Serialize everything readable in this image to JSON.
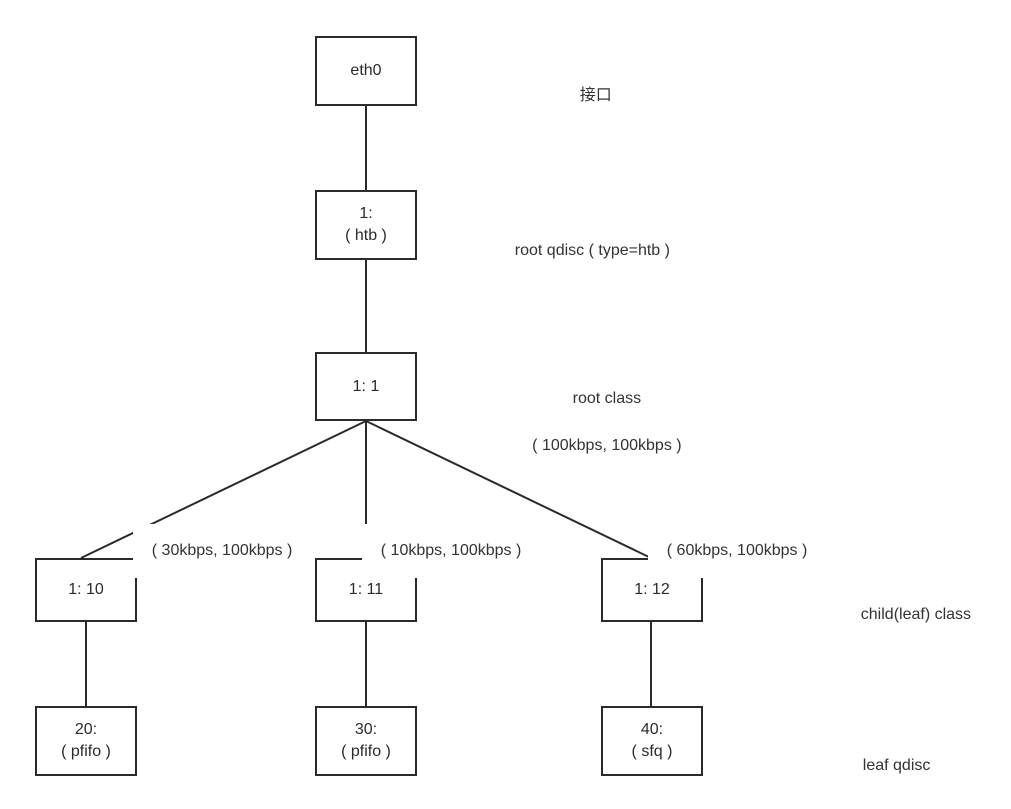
{
  "diagram": {
    "title_text": "",
    "stroke_color": "#2b2b2b",
    "text_color": "#333333",
    "background": "#ffffff",
    "nodes": [
      {
        "id": "iface",
        "line1": "eth0",
        "line2": ""
      },
      {
        "id": "qdisc",
        "line1": "1:",
        "line2": "( htb )"
      },
      {
        "id": "rootcls",
        "line1": "1: 1",
        "line2": ""
      },
      {
        "id": "cls10",
        "line1": "1: 10",
        "line2": ""
      },
      {
        "id": "cls11",
        "line1": "1: 11",
        "line2": ""
      },
      {
        "id": "cls12",
        "line1": "1: 12",
        "line2": ""
      },
      {
        "id": "q20",
        "line1": "20:",
        "line2": "( pfifo )"
      },
      {
        "id": "q30",
        "line1": "30:",
        "line2": "( pfifo )"
      },
      {
        "id": "q40",
        "line1": "40:",
        "line2": "( sfq )"
      }
    ],
    "side_labels": [
      {
        "id": "iface_label",
        "line1": "接口",
        "line2": ""
      },
      {
        "id": "qdisc_label",
        "line1": "root qdisc ( type=htb )",
        "line2": ""
      },
      {
        "id": "rootcls_label",
        "line1": "root class",
        "line2": "( 100kbps, 100kbps )"
      },
      {
        "id": "class_label",
        "line1": "child(leaf) class",
        "line2": ""
      },
      {
        "id": "leafq_label",
        "line1": "leaf qdisc",
        "line2": ""
      }
    ],
    "edge_labels": [
      {
        "id": "e10",
        "text": "( 30kbps, 100kbps )"
      },
      {
        "id": "e11",
        "text": "( 10kbps, 100kbps )"
      },
      {
        "id": "e12",
        "text": "( 60kbps, 100kbps )"
      }
    ]
  }
}
